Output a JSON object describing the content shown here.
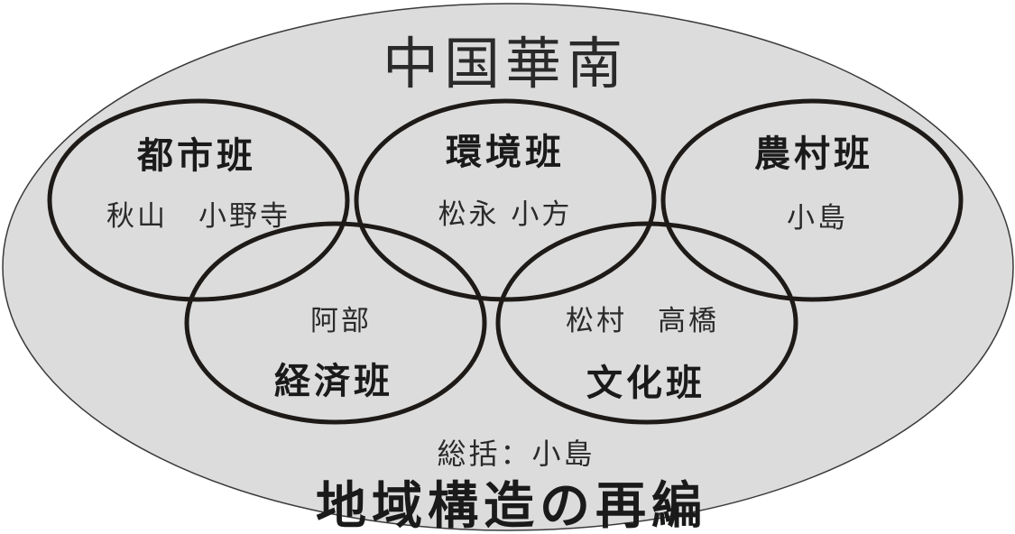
{
  "region": {
    "title": "中国華南"
  },
  "teams": {
    "urban": {
      "name": "都市班",
      "members": "秋山　小野寺"
    },
    "environment": {
      "name": "環境班",
      "members": "松永 小方"
    },
    "rural": {
      "name": "農村班",
      "members": "小島"
    },
    "economy": {
      "name": "経済班",
      "members": "阿部"
    },
    "culture": {
      "name": "文化班",
      "members": "松村　高橋"
    }
  },
  "supervisor": {
    "text": "総括：小島"
  },
  "project": {
    "title": "地域構造の再編"
  },
  "colors": {
    "ellipse_fill": "#dcdcdc",
    "ellipse_stroke": "#3a3a3a",
    "ring_stroke": "#1e1a17",
    "text": "#1a1a1a"
  }
}
